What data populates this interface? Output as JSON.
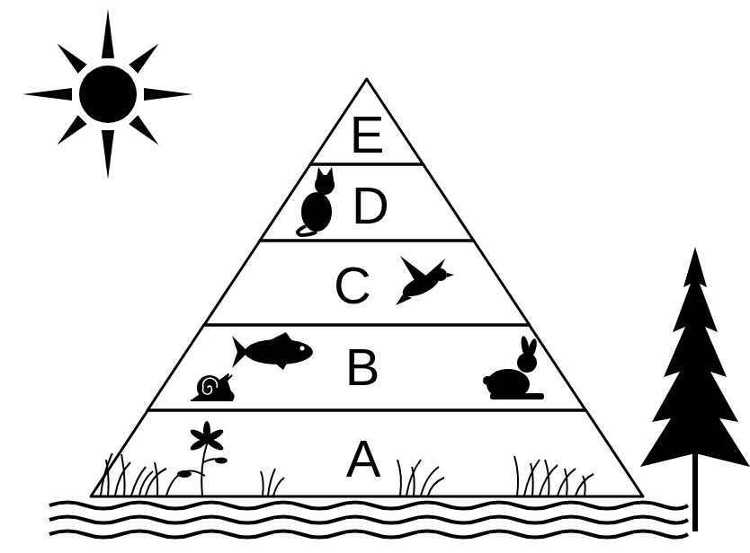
{
  "diagram": {
    "nodes": [
      {
        "text": [
          "E"
        ]
      },
      {
        "text": [
          "D"
        ]
      },
      {
        "text": [
          "C"
        ]
      },
      {
        "text": [
          "B"
        ]
      },
      {
        "text": [
          "A"
        ]
      }
    ]
  }
}
